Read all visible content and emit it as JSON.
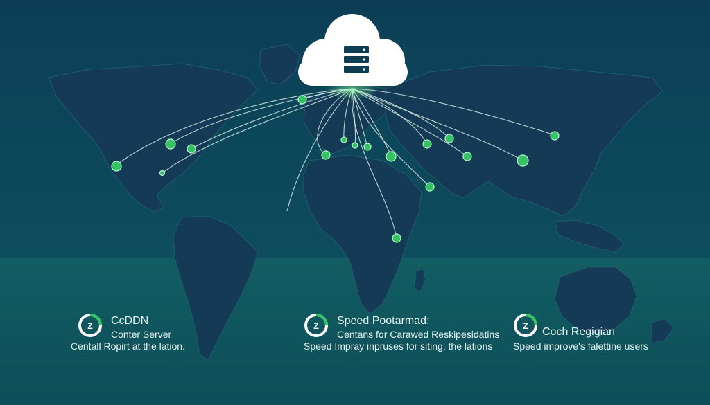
{
  "colors": {
    "sky": "#0c4356",
    "sea_lower": "#0f5a60",
    "continent": "#143a55",
    "continent_edge": "#1d5a6e",
    "cloud": "#ffffff",
    "server": "#0e3c52",
    "line": "#e6f7f0",
    "node": "#35c265"
  },
  "icons": {
    "cloud": "cloud-icon",
    "server": "server-stack-icon",
    "node": "edge-node-icon",
    "badge": "speed-gauge-icon"
  },
  "legend": [
    {
      "title": "CcDDN",
      "line1": "Conter Server",
      "line2": "Centall Ropirt at the lation."
    },
    {
      "title": "Speed Pootarmad:",
      "line1": "Centans for Carawed Reskipesidatins",
      "line2": "Speed Impray inpruses for siting, the lations"
    },
    {
      "title": "Coch Regigian",
      "line1": "",
      "line2": "Speed improve's falettine users"
    }
  ]
}
